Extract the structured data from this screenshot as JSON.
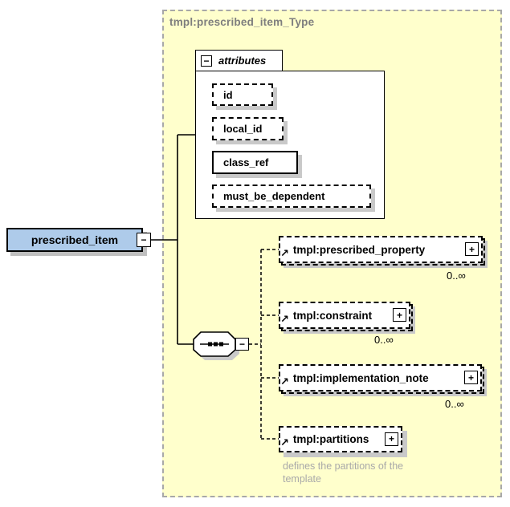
{
  "glyphs": {
    "collapse": "−",
    "expand": "+",
    "reference_arrow": "↗"
  },
  "type": {
    "title": "tmpl:prescribed_item_Type"
  },
  "root": {
    "label": "prescribed_item"
  },
  "attributes": {
    "group_label": "attributes",
    "items": [
      {
        "label": "id",
        "required": false
      },
      {
        "label": "local_id",
        "required": false
      },
      {
        "label": "class_ref",
        "required": true
      },
      {
        "label": "must_be_dependent",
        "required": false
      }
    ]
  },
  "children": [
    {
      "label": "tmpl:prescribed_property",
      "cardinality": "0..∞"
    },
    {
      "label": "tmpl:constraint",
      "cardinality": "0..∞"
    },
    {
      "label": "tmpl:implementation_note",
      "cardinality": "0..∞"
    },
    {
      "label": "tmpl:partitions",
      "annotation": "defines the partitions of the template"
    }
  ],
  "colors": {
    "container_fill": "#FFFFCC",
    "container_border": "#A8A8A8",
    "element_fill": "#AECBEA",
    "box_shadow": "#C9C9C9",
    "title_text": "#7E7E7E",
    "annotation_text": "#A9A9A9",
    "line": "#000000"
  }
}
